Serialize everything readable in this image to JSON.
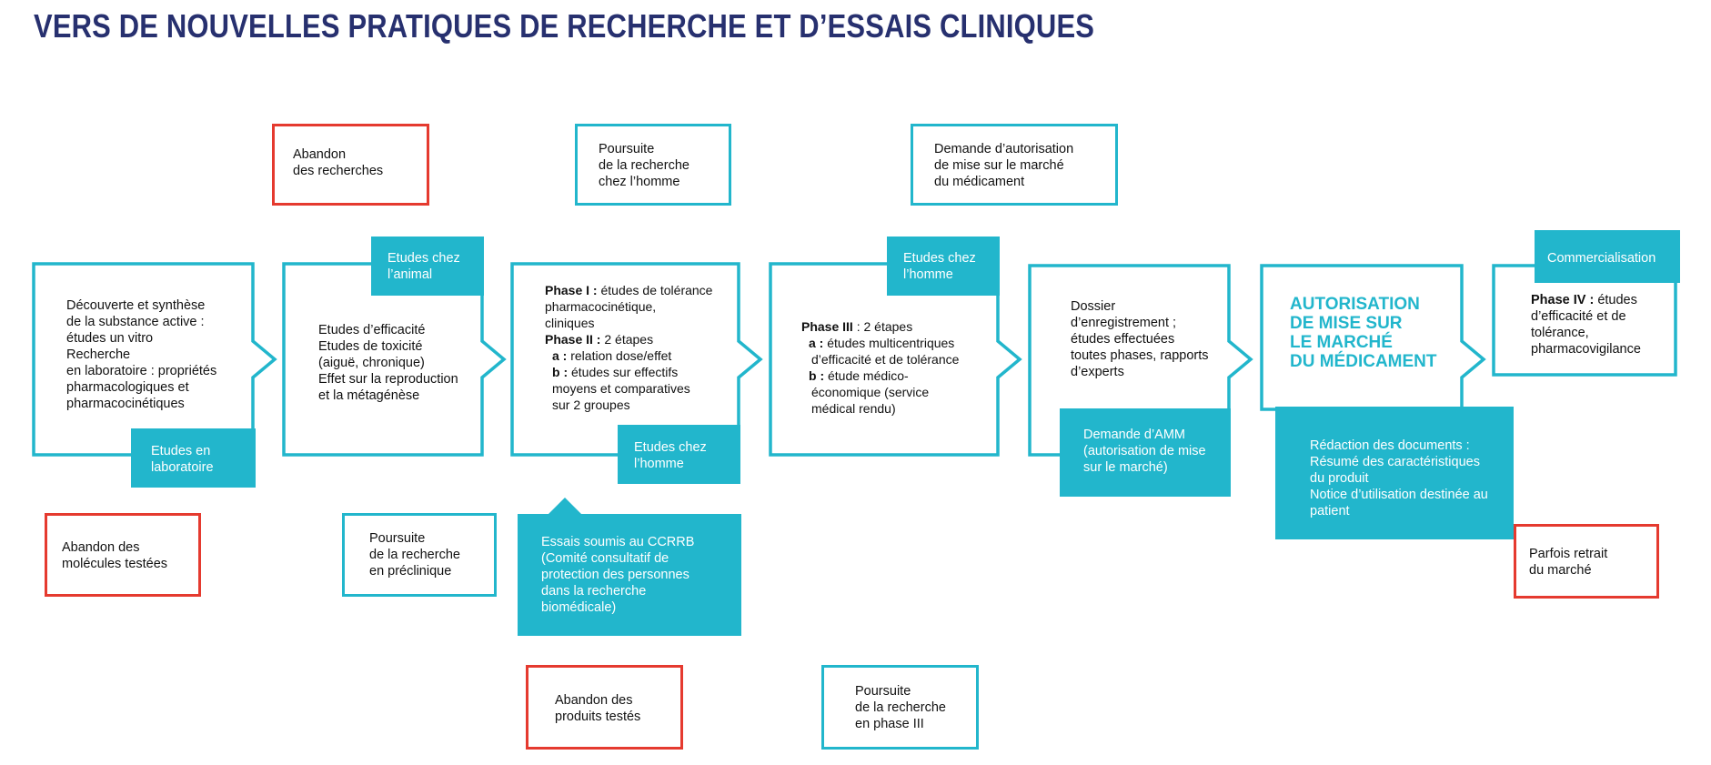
{
  "title": "VERS DE NOUVELLES PRATIQUES DE RECHERCHE ET D’ESSAIS CLINIQUES",
  "colors": {
    "title": "#27306f",
    "teal": "#22b6cc",
    "red": "#e53a2f"
  },
  "steps": [
    {
      "lines": [
        "Découverte et synthèse",
        "de la substance active :",
        "études un vitro",
        "Recherche",
        "en laboratoire : propriétés",
        "pharmacologiques et",
        "pharmacocinétiques"
      ],
      "tag": [
        "Etudes en",
        "laboratoire"
      ]
    },
    {
      "lines": [
        "Etudes d’efficacité",
        "Etudes de toxicité",
        "(aiguë, chronique)",
        "Effet sur la reproduction",
        "et la métagénèse"
      ],
      "tag": [
        "Etudes chez",
        "l’animal"
      ]
    },
    {
      "phase1_label": "Phase I :",
      "phase1_text": " études de tolérance",
      "phase1_lines": [
        "pharmacocinétique,",
        "cliniques"
      ],
      "phase2_label": "Phase II :",
      "phase2_text": " 2 étapes",
      "a_label": "a :",
      "a_text": " relation dose/effet",
      "b_label": "b :",
      "b_text": " études sur effectifs",
      "b_lines": [
        "moyens et comparatives",
        "sur 2 groupes"
      ],
      "tag": [
        "Etudes chez",
        "l’homme"
      ]
    },
    {
      "phase3_label": "Phase III",
      "phase3_text": " : 2 étapes",
      "a_label": "a :",
      "a_text": " études multicentriques",
      "a_lines": [
        "d’efficacité et de tolérance"
      ],
      "b_label": "b :",
      "b_text": " étude médico-",
      "b_lines": [
        "économique (service",
        "médical rendu)"
      ],
      "tag": [
        "Etudes chez",
        "l’homme"
      ]
    },
    {
      "lines": [
        "Dossier",
        "d’enregistrement ;",
        "études effectuées",
        "toutes phases, rapports",
        "d’experts"
      ],
      "tag": [
        "Demande d’AMM",
        "(autorisation de mise",
        "sur le marché)"
      ]
    },
    {
      "big": [
        "AUTORISATION",
        "DE MISE SUR",
        "LE MARCHÉ",
        "DU MÉDICAMENT"
      ],
      "tag": [
        "Rédaction des documents :",
        "Résumé des caractéristiques",
        "du produit",
        "Notice d’utilisation destinée au",
        "patient"
      ]
    },
    {
      "phase4_label": "Phase IV :",
      "phase4_text": " études",
      "phase4_lines": [
        "d’efficacité et de",
        "tolérance,",
        "pharmacovigilance"
      ],
      "tag": [
        "Commercialisation"
      ]
    }
  ],
  "outcomes": {
    "abandon_recherches": [
      "Abandon",
      "des recherches"
    ],
    "poursuite_homme": [
      "Poursuite",
      "de la recherche",
      "chez l’homme"
    ],
    "demande_autorisation": [
      "Demande d’autorisation",
      "de mise sur le marché",
      "du médicament"
    ],
    "abandon_molecules": [
      "Abandon des",
      "molécules testées"
    ],
    "poursuite_preclinique": [
      "Poursuite",
      "de la recherche",
      "en préclinique"
    ],
    "ccrrb": [
      "Essais soumis au CCRRB",
      "(Comité consultatif de",
      "protection des personnes",
      "dans la recherche",
      "biomédicale)"
    ],
    "abandon_produits": [
      "Abandon des",
      "produits testés"
    ],
    "poursuite_phase3": [
      "Poursuite",
      "de la recherche",
      "en phase III"
    ],
    "retrait": [
      "Parfois retrait",
      "du marché"
    ]
  }
}
